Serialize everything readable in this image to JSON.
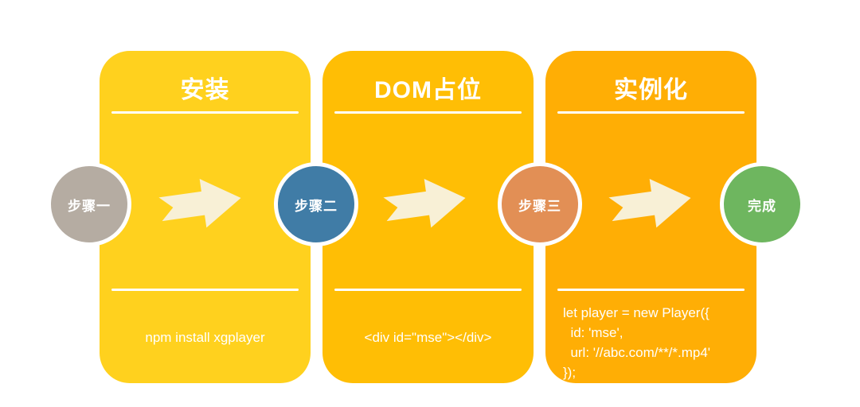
{
  "cards": [
    {
      "title": "安装",
      "bg": "#FFD11E",
      "code_lines": [
        "npm install xgplayer"
      ]
    },
    {
      "title": "DOM占位",
      "bg": "#FFBE05",
      "code_lines": [
        "<div id=\"mse\"></div>"
      ]
    },
    {
      "title": "实例化",
      "bg": "#FFAE05",
      "code_lines": [
        "let player = new Player({",
        "  id: 'mse',",
        "  url: '//abc.com/**/*.mp4'",
        "});"
      ]
    }
  ],
  "steps": [
    {
      "label": "步骤一",
      "color": "#B5ACA2"
    },
    {
      "label": "步骤二",
      "color": "#407CA6"
    },
    {
      "label": "步骤三",
      "color": "#E28F55"
    },
    {
      "label": "完成",
      "color": "#6EB65F"
    }
  ],
  "colors": {
    "background": "#FFFFFF",
    "arrow": "#F8F0D6",
    "divider": "#FFFFFF",
    "text": "#FFFFFF"
  }
}
